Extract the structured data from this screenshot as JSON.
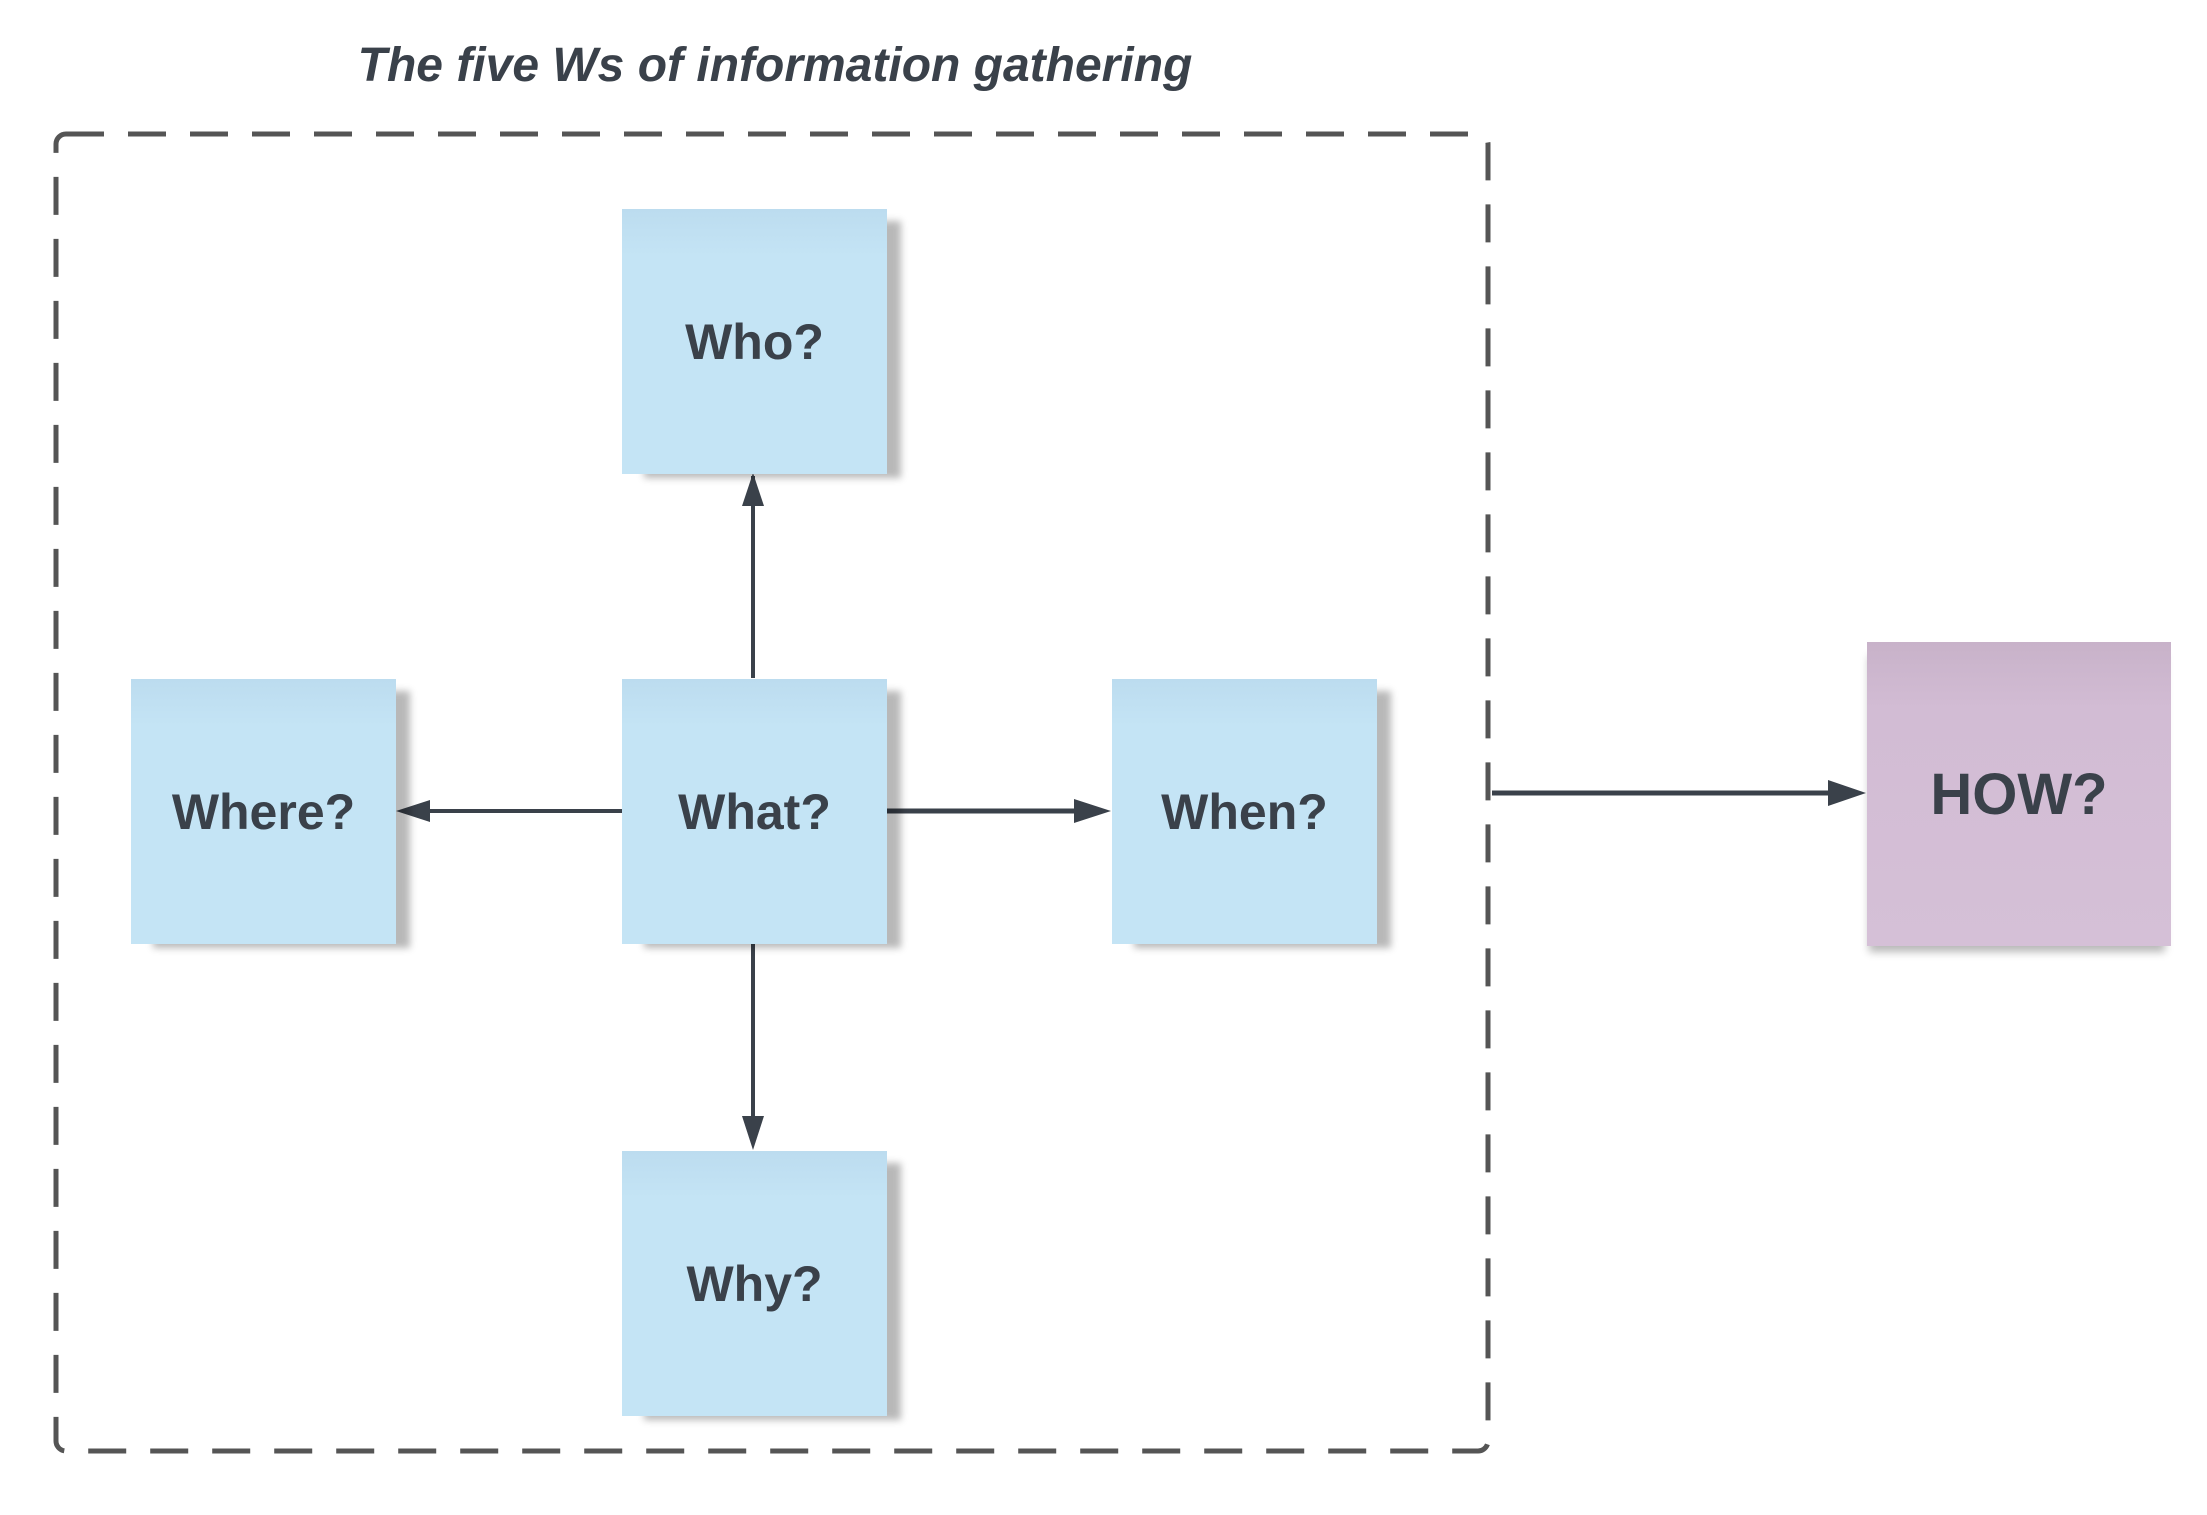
{
  "title": "The five Ws of information gathering",
  "notes": {
    "who": "Who?",
    "where": "Where?",
    "what": "What?",
    "when": "When?",
    "why": "Why?",
    "how": "HOW?"
  },
  "colors": {
    "blue_note": "#c4e4f5",
    "purple_note": "#d5c0d7",
    "text": "#3a414a",
    "border": "#555555",
    "arrow": "#3a414a"
  }
}
